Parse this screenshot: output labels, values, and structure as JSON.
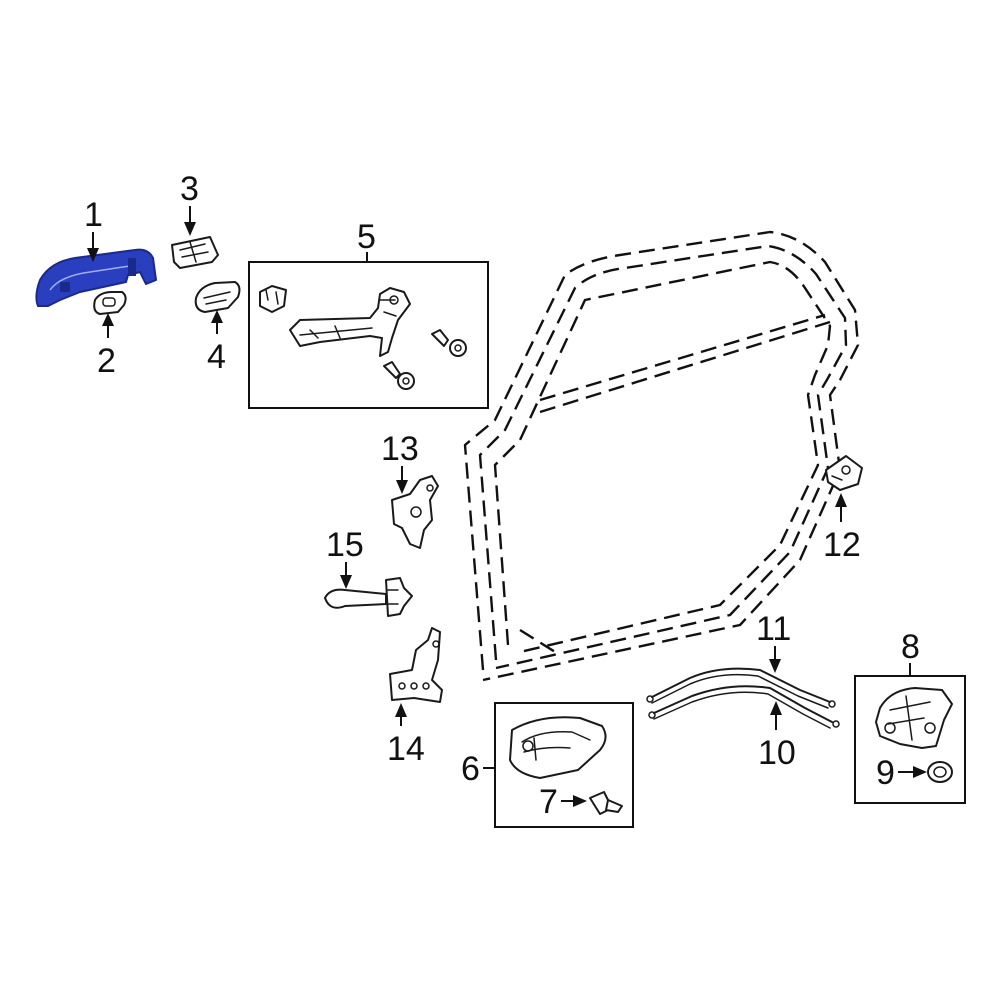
{
  "diagram": {
    "highlight_color": "#2a3fbf",
    "line_color": "#111111",
    "callouts": {
      "c1": "1",
      "c2": "2",
      "c3": "3",
      "c4": "4",
      "c5": "5",
      "c6": "6",
      "c7": "7",
      "c8": "8",
      "c9": "9",
      "c10": "10",
      "c11": "11",
      "c12": "12",
      "c13": "13",
      "c14": "14",
      "c15": "15"
    }
  }
}
